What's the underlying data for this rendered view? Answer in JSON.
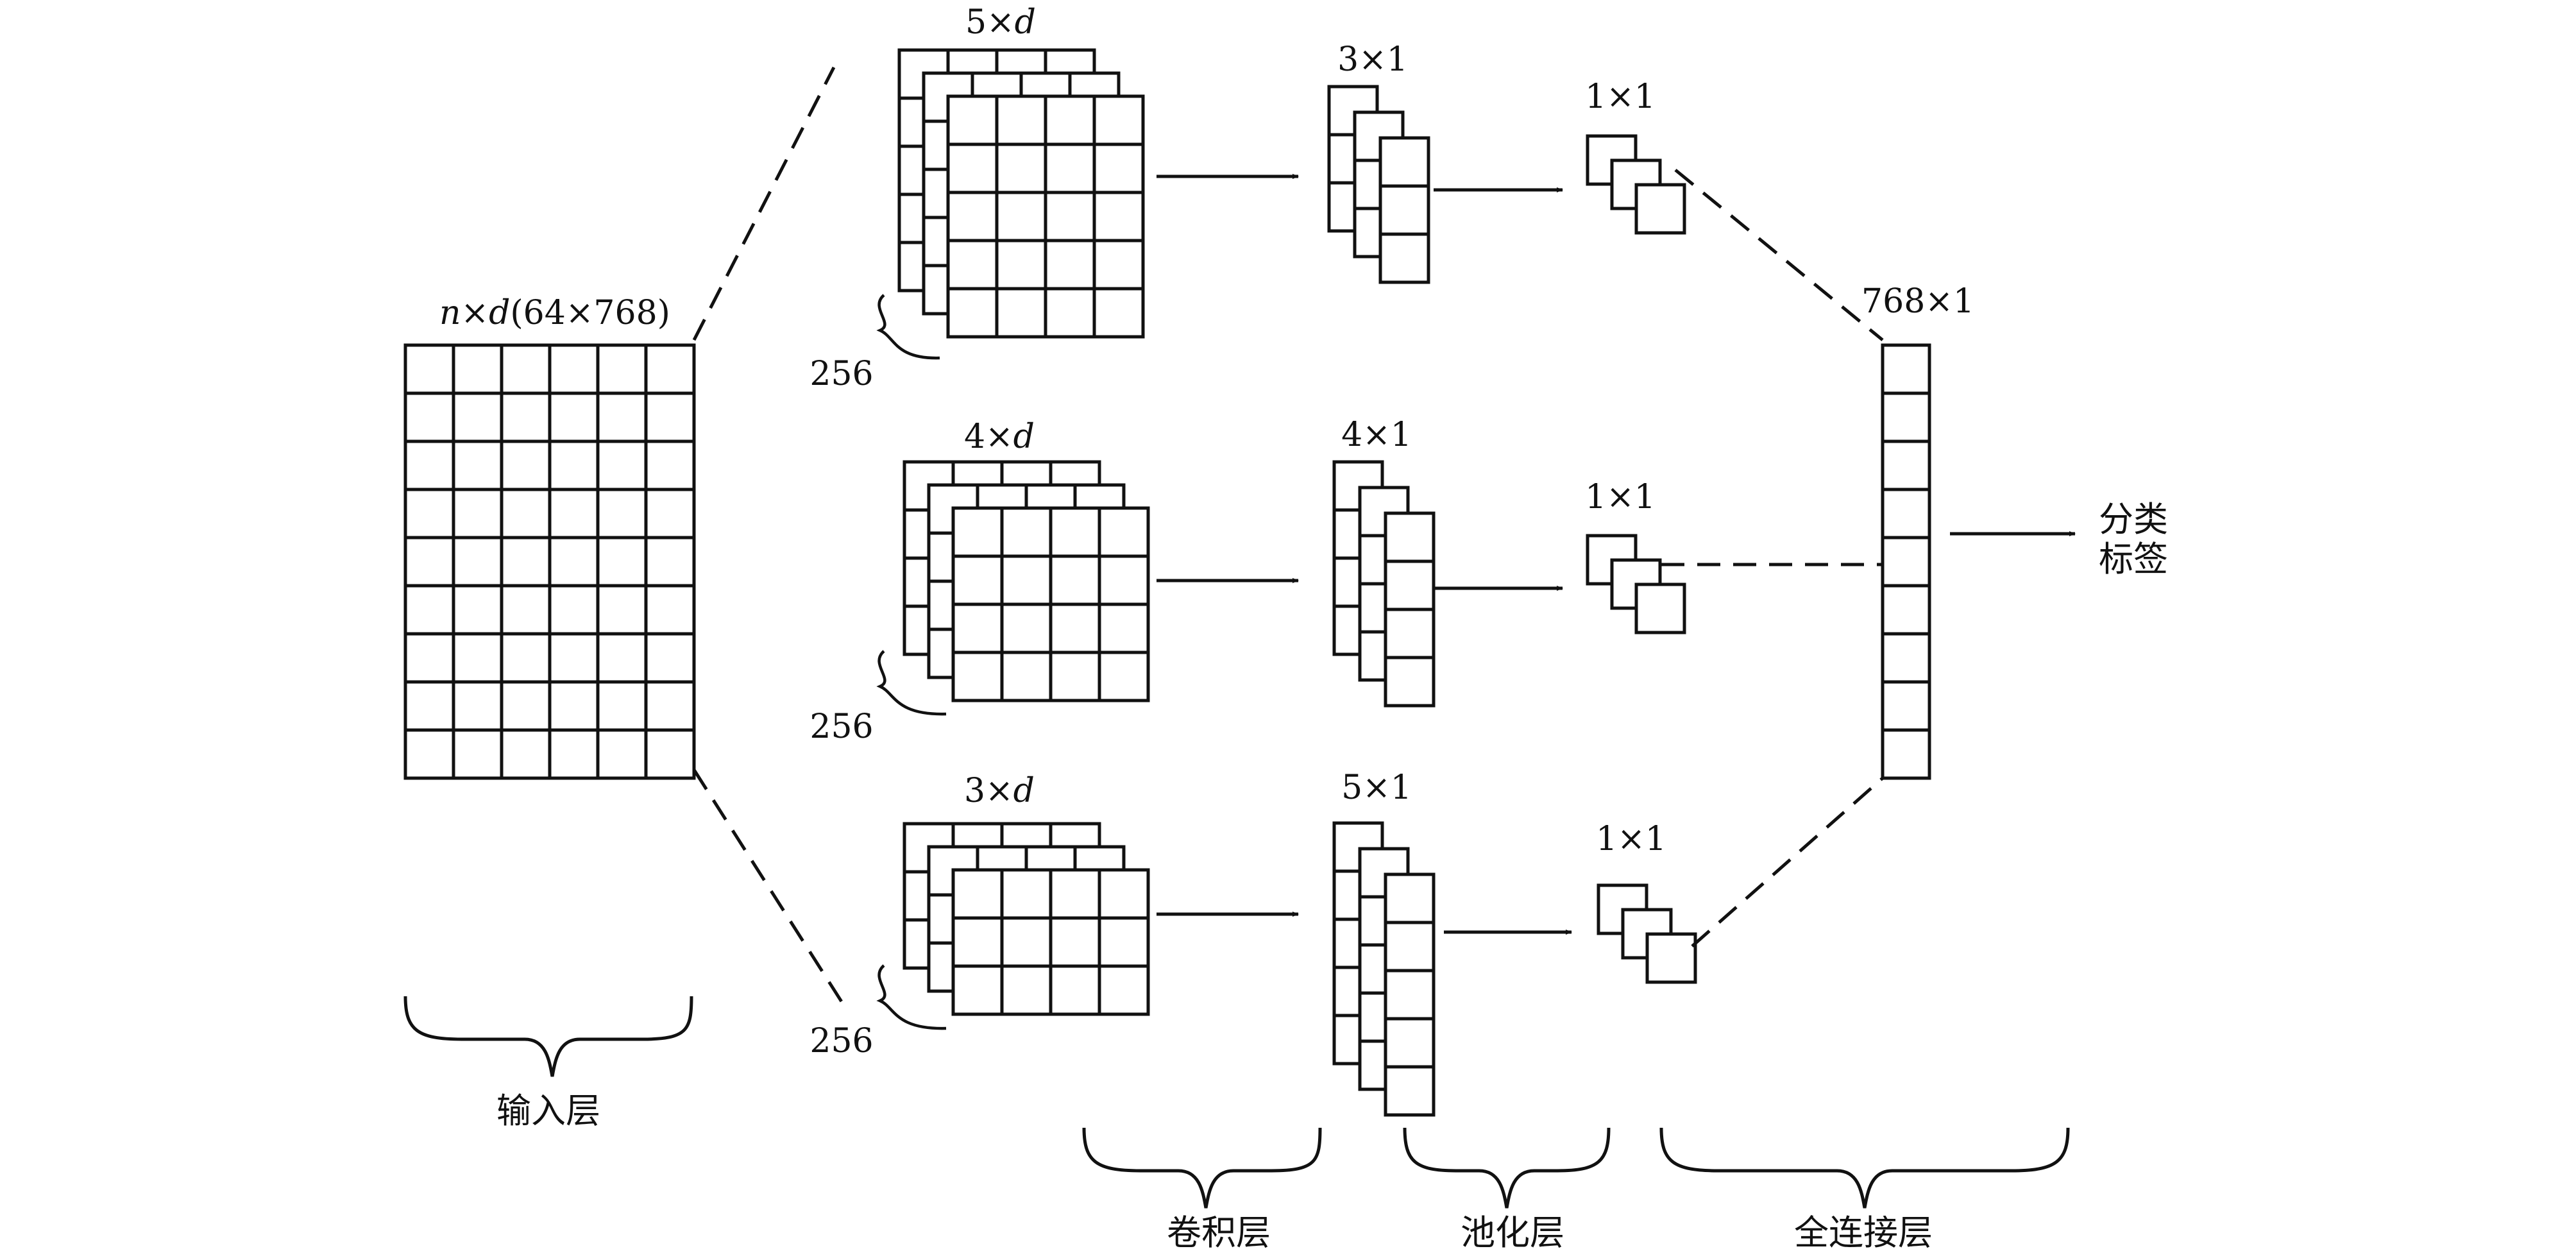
{
  "input": {
    "dim_var": "n",
    "dim_mid": "×",
    "dim_d": "d",
    "dim_num": "(64×768)",
    "rows": 9,
    "cols": 6
  },
  "branches": [
    {
      "filter_num": "5×",
      "filter_var": "d",
      "fmap_label": "3×1",
      "pool_label": "1×1",
      "channels": "256",
      "grid_rows": 5,
      "grid_cols": 4,
      "fmap_cells": 3
    },
    {
      "filter_num": "4×",
      "filter_var": "d",
      "fmap_label": "4×1",
      "pool_label": "1×1",
      "channels": "256",
      "grid_rows": 4,
      "grid_cols": 4,
      "fmap_cells": 4
    },
    {
      "filter_num": "3×",
      "filter_var": "d",
      "fmap_label": "5×1",
      "pool_label": "1×1",
      "channels": "256",
      "grid_rows": 3,
      "grid_cols": 4,
      "fmap_cells": 5
    }
  ],
  "fc": {
    "label": "768×1",
    "cells": 9
  },
  "output": {
    "line1": "分类",
    "line2": "标签"
  },
  "sections": {
    "input": "输入层",
    "conv": "卷积层",
    "pool": "池化层",
    "fc": "全连接层"
  },
  "colors": {
    "stroke": "#111111",
    "fill": "#ffffff"
  }
}
